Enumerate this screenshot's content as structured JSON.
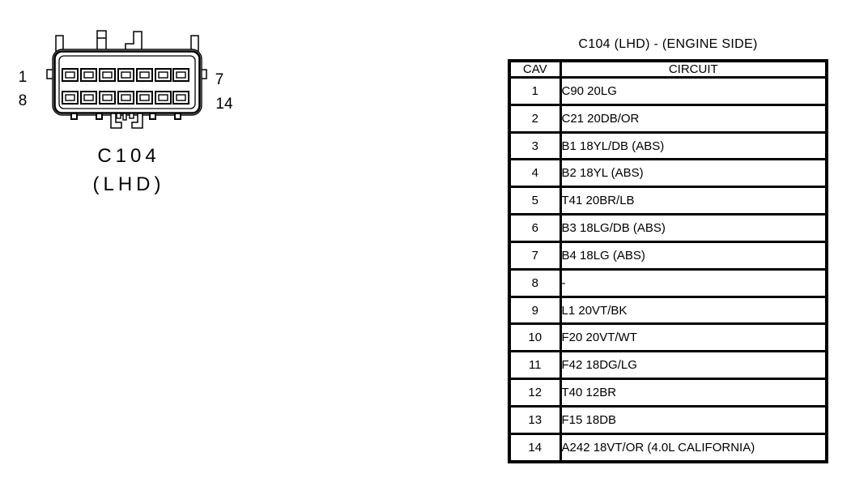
{
  "page": {
    "background": "#ffffff",
    "ink": "#000000"
  },
  "connector": {
    "name": "C104",
    "variant": "(LHD)",
    "rows": 2,
    "pins_per_row": 7,
    "pin_numbers": {
      "top_left": "1",
      "bottom_left": "8",
      "top_right": "7",
      "bottom_right": "14"
    }
  },
  "table": {
    "title": "C104 (LHD) - (ENGINE SIDE)",
    "columns": [
      "CAV",
      "CIRCUIT"
    ],
    "rows": [
      {
        "cav": "1",
        "circuit": "C90 20LG"
      },
      {
        "cav": "2",
        "circuit": "C21 20DB/OR"
      },
      {
        "cav": "3",
        "circuit": "B1 18YL/DB (ABS)"
      },
      {
        "cav": "4",
        "circuit": "B2 18YL (ABS)"
      },
      {
        "cav": "5",
        "circuit": "T41 20BR/LB"
      },
      {
        "cav": "6",
        "circuit": "B3 18LG/DB (ABS)"
      },
      {
        "cav": "7",
        "circuit": "B4 18LG (ABS)"
      },
      {
        "cav": "8",
        "circuit": "-"
      },
      {
        "cav": "9",
        "circuit": "L1 20VT/BK"
      },
      {
        "cav": "10",
        "circuit": "F20 20VT/WT"
      },
      {
        "cav": "11",
        "circuit": "F42 18DG/LG"
      },
      {
        "cav": "12",
        "circuit": "T40 12BR"
      },
      {
        "cav": "13",
        "circuit": "F15 18DB"
      },
      {
        "cav": "14",
        "circuit": "A242 18VT/OR (4.0L CALIFORNIA)"
      }
    ]
  }
}
